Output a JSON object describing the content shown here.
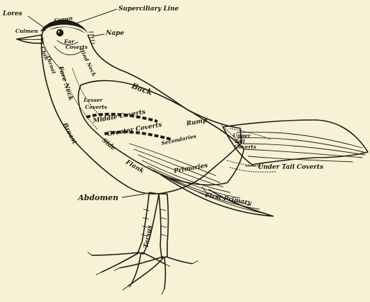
{
  "labels": {
    "lores": "Lores",
    "crown": "Crown",
    "superciliary_line": "Superciliary Line",
    "culmen": "Culmen",
    "nape": "Nape",
    "ear_coverts_1": "Ear",
    "ear_coverts_2": "Coverts",
    "chin": "Chin",
    "throat": "Throat",
    "fore_neck": "Fore Neck",
    "hind_neck": "Hind Neck",
    "back": "Back",
    "lesser_coverts_1": "Lesser",
    "lesser_coverts_2": "Coverts",
    "middle_coverts": "Middle Coverts",
    "greater_coverts": "Greater Coverts",
    "secondaries": "Secondaries",
    "rump": "Rump",
    "upper_tail_coverts_1": "Upper",
    "upper_tail_coverts_2": "Tail",
    "upper_tail_coverts_3": "Coverts",
    "under_tail_coverts": "Under Tail Coverts",
    "breast": "Breast",
    "side": "Side",
    "flank": "Flank",
    "primaries": "Primaries",
    "first_primary": "First Primary",
    "abdomen": "Abdomen",
    "tarsus": "Tarsus"
  }
}
